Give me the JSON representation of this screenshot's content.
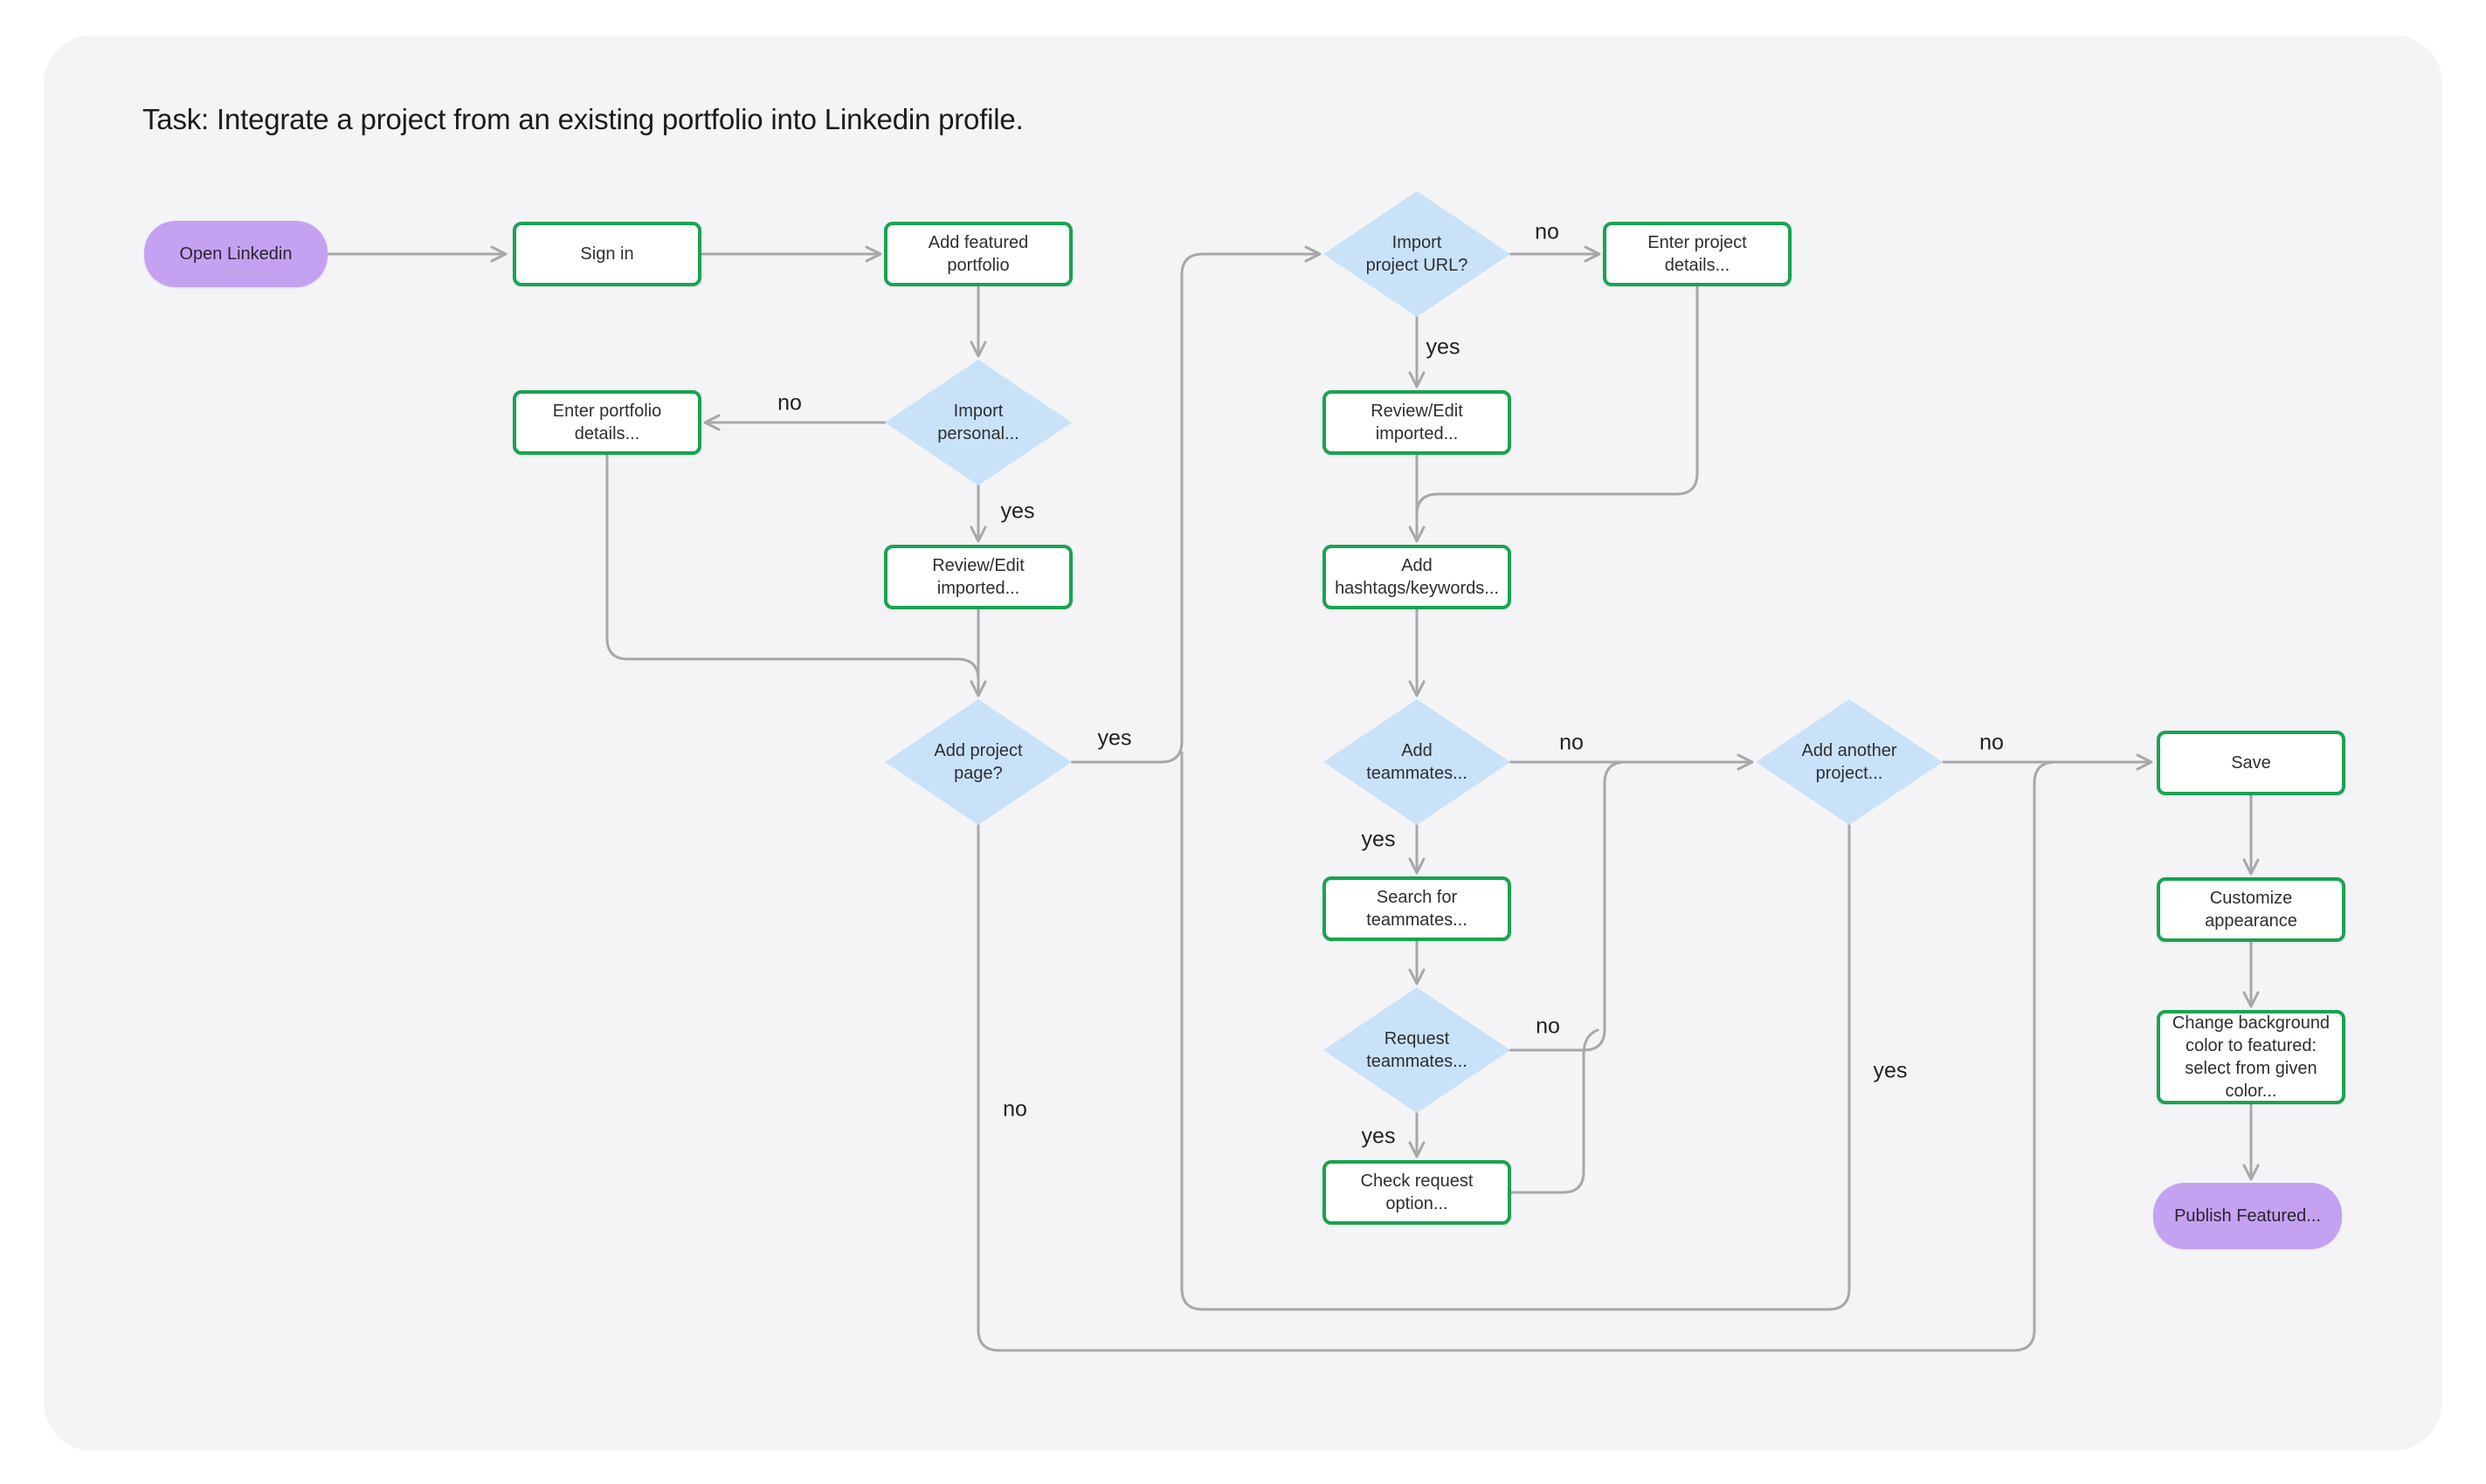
{
  "title": "Task: Integrate a project from an existing portfolio into Linkedin profile.",
  "colors": {
    "page_background": "#ffffff",
    "card_background": "#f4f4f6",
    "process_border": "#1aa351",
    "process_fill": "#ffffff",
    "decision_fill": "#c9e2f8",
    "terminal_fill": "#c5a1f2",
    "connector": "#a8a8ac",
    "text": "#2e2e33"
  },
  "nodes": [
    {
      "id": "open-linkedin",
      "type": "terminal",
      "label": "Open Linkedin"
    },
    {
      "id": "sign-in",
      "type": "process",
      "label": "Sign in"
    },
    {
      "id": "add-featured-portfolio",
      "type": "process",
      "label": "Add featured portfolio"
    },
    {
      "id": "import-personal",
      "type": "decision",
      "label": "Import\npersonal..."
    },
    {
      "id": "enter-portfolio-details",
      "type": "process",
      "label": "Enter portfolio details..."
    },
    {
      "id": "review-edit-imported-left",
      "type": "process",
      "label": "Review/Edit imported..."
    },
    {
      "id": "add-project-page",
      "type": "decision",
      "label": "Add project\npage?"
    },
    {
      "id": "import-project-url",
      "type": "decision",
      "label": "Import\nproject URL?"
    },
    {
      "id": "enter-project-details",
      "type": "process",
      "label": "Enter project details..."
    },
    {
      "id": "review-edit-imported-right",
      "type": "process",
      "label": "Review/Edit imported..."
    },
    {
      "id": "add-hashtags-keywords",
      "type": "process",
      "label": "Add hashtags/keywords..."
    },
    {
      "id": "add-teammates",
      "type": "decision",
      "label": "Add\nteammates..."
    },
    {
      "id": "search-for-teammates",
      "type": "process",
      "label": "Search for teammates..."
    },
    {
      "id": "request-teammates",
      "type": "decision",
      "label": "Request\nteammates..."
    },
    {
      "id": "check-request-option",
      "type": "process",
      "label": "Check request option..."
    },
    {
      "id": "add-another-project",
      "type": "decision",
      "label": "Add another\nproject..."
    },
    {
      "id": "save",
      "type": "process",
      "label": "Save"
    },
    {
      "id": "customize-appearance",
      "type": "process",
      "label": "Customize appearance"
    },
    {
      "id": "change-background-color",
      "type": "process",
      "label": "Change background\ncolor to featured:\nselect from given color..."
    },
    {
      "id": "publish-featured",
      "type": "terminal",
      "label": "Publish Featured..."
    }
  ],
  "edge_labels": [
    {
      "text": "no"
    },
    {
      "text": "yes"
    },
    {
      "text": "yes"
    },
    {
      "text": "no"
    },
    {
      "text": "no"
    },
    {
      "text": "yes"
    },
    {
      "text": "no"
    },
    {
      "text": "yes"
    },
    {
      "text": "no"
    },
    {
      "text": "yes"
    },
    {
      "text": "no"
    },
    {
      "text": "yes"
    }
  ]
}
